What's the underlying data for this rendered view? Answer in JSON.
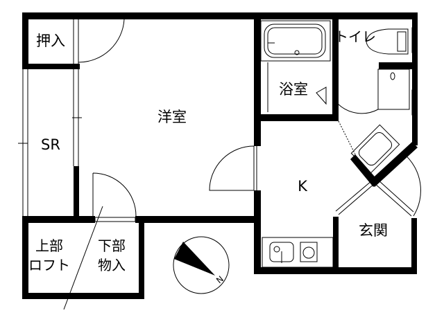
{
  "rooms": {
    "closet": "押入",
    "western_room": "洋室",
    "storage_room": "SR",
    "bathroom": "浴室",
    "toilet": "トイレ",
    "kitchen": "K",
    "entrance": "玄関",
    "loft_line1": "上部",
    "loft_line2": "ロフト",
    "storage_line1": "下部",
    "storage_line2": "物入"
  },
  "compass": {
    "label": "N"
  }
}
